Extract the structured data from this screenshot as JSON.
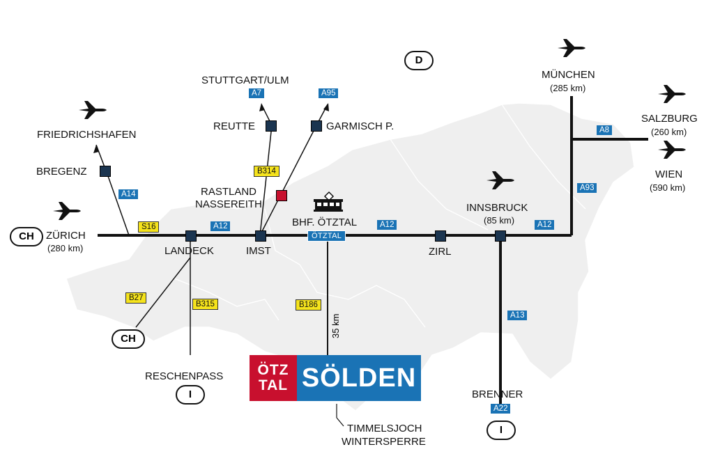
{
  "countries": {
    "germany": "D",
    "switzerland_west": "CH",
    "switzerland_south": "CH",
    "italy_reschen": "I",
    "italy_brenner": "I"
  },
  "cities": {
    "friedrichshafen": "FRIEDRICHSHAFEN",
    "bregenz": "BREGENZ",
    "zurich": "ZÜRICH",
    "zurich_dist": "(280 km)",
    "stuttgart": "STUTTGART/ULM",
    "reutte": "REUTTE",
    "garmisch": "GARMISCH P.",
    "rastland": "RASTLAND",
    "nassereith": "NASSEREITH",
    "landeck": "LANDECK",
    "imst": "IMST",
    "bhf_oetztal": "BHF. ÖTZTAL",
    "zirl": "ZIRL",
    "innsbruck": "INNSBRUCK",
    "innsbruck_dist": "(85 km)",
    "muenchen": "MÜNCHEN",
    "muenchen_dist": "(285 km)",
    "salzburg": "SALZBURG",
    "salzburg_dist": "(260 km)",
    "wien": "WIEN",
    "wien_dist": "(590 km)",
    "reschenpass": "RESCHENPASS",
    "brenner": "BRENNER",
    "timmelsjoch_1": "TIMMELSJOCH",
    "timmelsjoch_2": "WINTERSPERRE"
  },
  "roads": {
    "a7": "A7",
    "a95": "A95",
    "a14": "A14",
    "s16": "S16",
    "a12_1": "A12",
    "a12_2": "A12",
    "a12_3": "A12",
    "a8": "A8",
    "a93": "A93",
    "a13": "A13",
    "a22": "A22",
    "b314": "B314",
    "b27": "B27",
    "b315": "B315",
    "b186": "B186",
    "oetztal": "ÖTZTAL"
  },
  "distance_soelden": "35 km",
  "logo": {
    "left_line1": "ÖTZ",
    "left_line2": "TAL",
    "right": "SÖLDEN",
    "left_color": "#c8102e",
    "right_color": "#1a73b5"
  },
  "icons": {
    "airport": "airplane-icon",
    "train_station": "train-icon"
  },
  "colors": {
    "road_badge_blue": "#1a73b5",
    "road_badge_yellow": "#f5e31c",
    "node": "#1b3550",
    "rest_area": "#c8102e",
    "terrain": "#eeeeee"
  }
}
